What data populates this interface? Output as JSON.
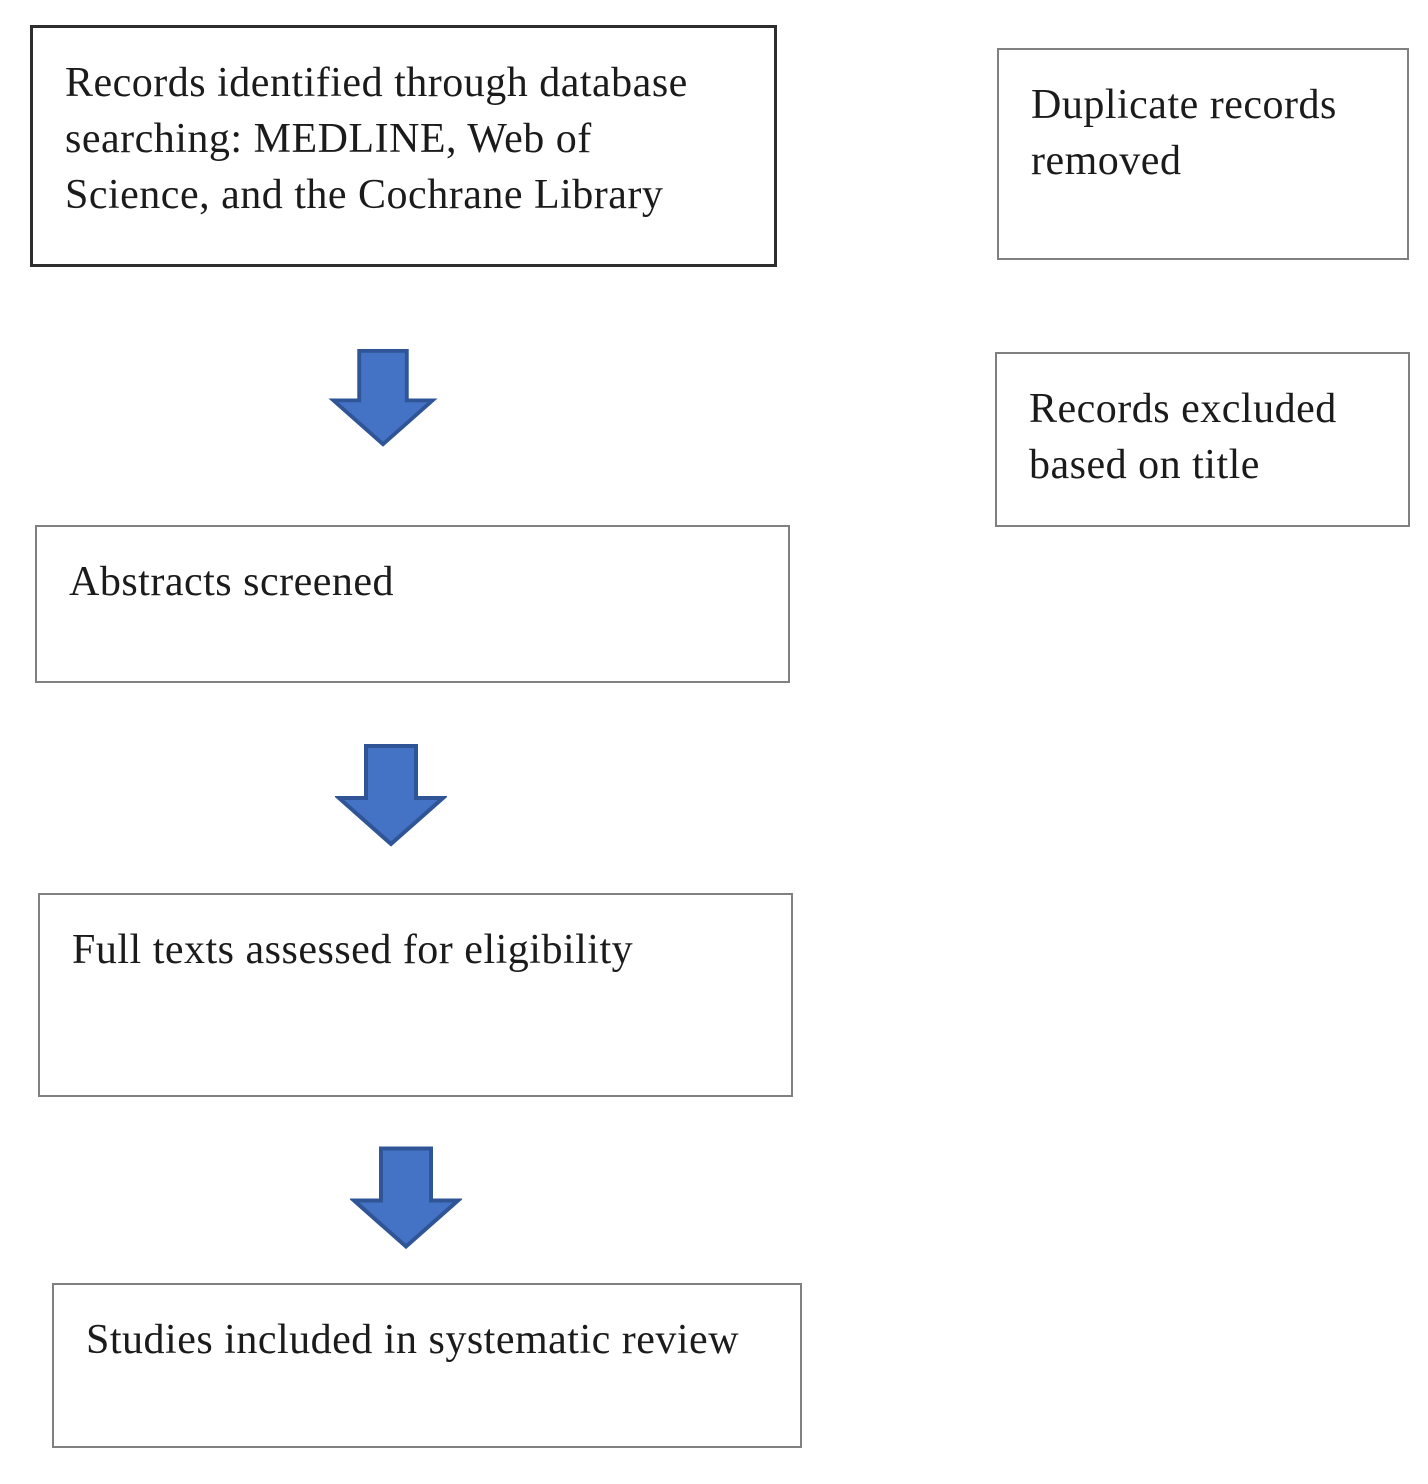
{
  "flow": {
    "type": "flowchart",
    "main_boxes": [
      {
        "name": "records-identified",
        "text": "Records identified through database searching: MEDLINE, Web of Science, and the Cochrane Library"
      },
      {
        "name": "abstracts-screened",
        "text": "Abstracts screened"
      },
      {
        "name": "full-texts-assessed",
        "text": "Full texts assessed for eligibility"
      },
      {
        "name": "studies-included",
        "text": "Studies included in systematic review"
      }
    ],
    "side_boxes": [
      {
        "name": "duplicates-removed",
        "text": "Duplicate records removed"
      },
      {
        "name": "records-excluded-title",
        "text": "Records excluded based on title"
      }
    ],
    "arrows": [
      {
        "name": "arrow-identified-to-abstracts",
        "direction": "down"
      },
      {
        "name": "arrow-abstracts-to-fulltexts",
        "direction": "down"
      },
      {
        "name": "arrow-fulltexts-to-included",
        "direction": "down"
      }
    ],
    "colors": {
      "arrow_fill": "#4472C4",
      "arrow_stroke": "#2F5597",
      "primary_box_border": "#2E2E2E",
      "box_border": "#808080",
      "text": "#1B1B1B",
      "background": "#FFFFFF"
    }
  }
}
